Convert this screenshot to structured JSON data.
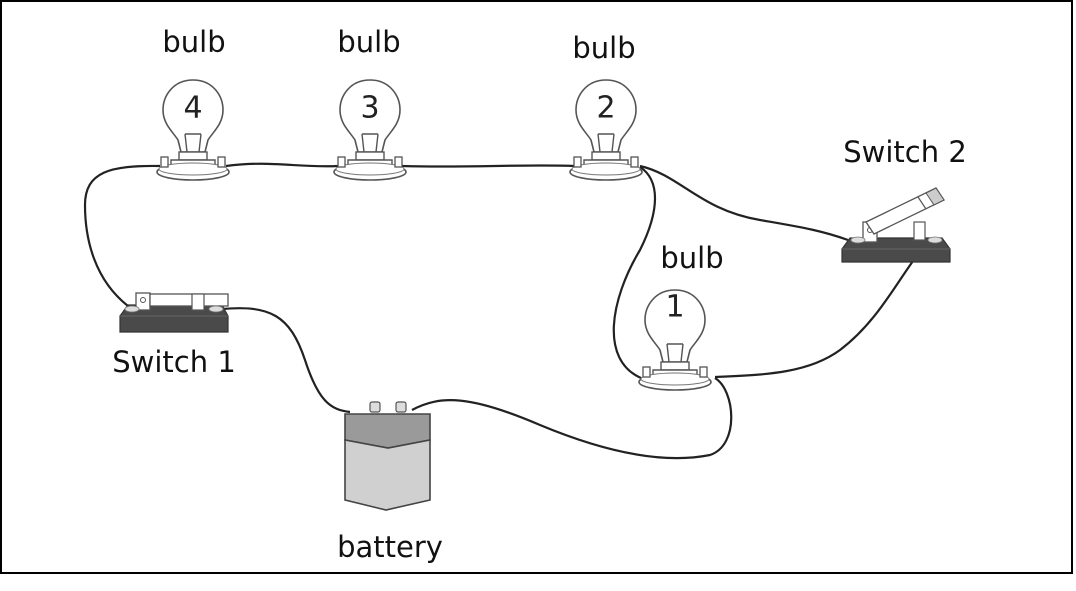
{
  "diagram": {
    "title": "Circuit with four bulbs, two switches and a battery",
    "bulbs": [
      {
        "id": "bulb-4",
        "label": "bulb",
        "number": "4"
      },
      {
        "id": "bulb-3",
        "label": "bulb",
        "number": "3"
      },
      {
        "id": "bulb-2",
        "label": "bulb",
        "number": "2"
      },
      {
        "id": "bulb-1",
        "label": "bulb",
        "number": "1"
      }
    ],
    "switches": [
      {
        "id": "switch-1",
        "label": "Switch 1",
        "state": "closed"
      },
      {
        "id": "switch-2",
        "label": "Switch 2",
        "state": "open"
      }
    ],
    "battery": {
      "label": "battery"
    },
    "connections": [
      [
        "bulb-4",
        "bulb-3"
      ],
      [
        "bulb-3",
        "bulb-2"
      ],
      [
        "bulb-4",
        "switch-1"
      ],
      [
        "switch-1",
        "battery"
      ],
      [
        "battery",
        "bulb-1"
      ],
      [
        "bulb-2",
        "bulb-1"
      ],
      [
        "bulb-2",
        "switch-2"
      ],
      [
        "switch-2",
        "bulb-1"
      ]
    ],
    "colors": {
      "frame": "#000000",
      "wire": "#222222",
      "switch_base": "#4a4a4a",
      "battery_top": "#9a9a9a",
      "battery_body": "#d0d0d0"
    }
  }
}
